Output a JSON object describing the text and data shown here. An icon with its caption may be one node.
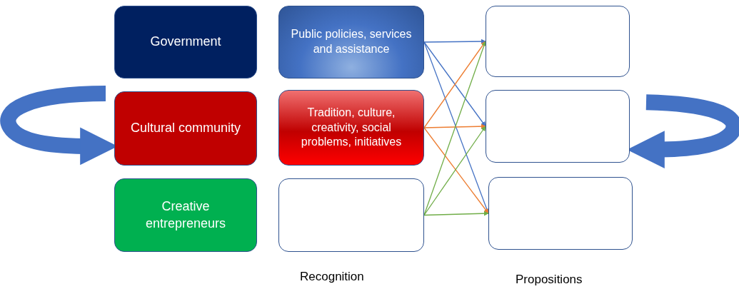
{
  "diagram": {
    "nodes": [
      {
        "text": [
          "Government"
        ]
      },
      {
        "text": [
          "Cultural community"
        ]
      },
      {
        "text": [
          "Creative entrepreneurs"
        ]
      },
      {
        "text": [
          "Public policies, services and assistance"
        ]
      },
      {
        "text": [
          "Tradition, culture, creativity, social problems, initiatives"
        ]
      },
      {
        "text": [],
        "shape": "box"
      },
      {
        "text": [],
        "shape": "box"
      },
      {
        "text": [],
        "shape": "box"
      },
      {
        "text": [],
        "shape": "box"
      }
    ],
    "edges": [
      {
        "from": 3,
        "to": 6,
        "arrow": "to",
        "color": "#4472c4"
      },
      {
        "from": 3,
        "to": 7,
        "arrow": "to",
        "color": "#4472c4"
      },
      {
        "from": 3,
        "to": 8,
        "arrow": "to",
        "color": "#4472c4"
      },
      {
        "from": 4,
        "to": 6,
        "arrow": "to",
        "color": "#ed7d31"
      },
      {
        "from": 4,
        "to": 7,
        "arrow": "to",
        "color": "#ed7d31"
      },
      {
        "from": 4,
        "to": 8,
        "arrow": "to",
        "color": "#ed7d31"
      },
      {
        "from": 5,
        "to": 6,
        "arrow": "to",
        "color": "#70ad47"
      },
      {
        "from": 5,
        "to": 7,
        "arrow": "to",
        "color": "#70ad47"
      },
      {
        "from": 5,
        "to": 8,
        "arrow": "to",
        "color": "#70ad47"
      },
      {
        "from": null,
        "to": 1,
        "arrow": "to",
        "style": "thick",
        "color": "#4472c4"
      },
      {
        "from": null,
        "to": 7,
        "arrow": "to",
        "style": "thick",
        "color": "#4472c4"
      }
    ],
    "labels": [
      "Recognition",
      "Propositions"
    ]
  }
}
